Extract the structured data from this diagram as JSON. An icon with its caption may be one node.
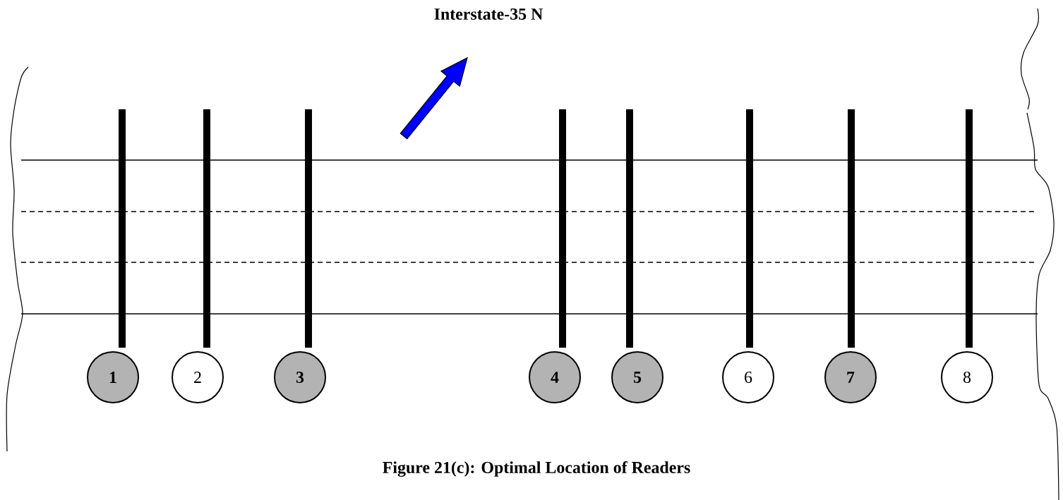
{
  "diagram": {
    "title": "Interstate-35 N",
    "caption": "Figure 21(c): Optimal Location of Readers",
    "nodes": [
      {
        "text": [
          "1"
        ]
      },
      {
        "text": [
          "2"
        ]
      },
      {
        "text": [
          "3"
        ]
      },
      {
        "text": [
          "4"
        ]
      },
      {
        "text": [
          "5"
        ]
      },
      {
        "text": [
          "6"
        ]
      },
      {
        "text": [
          "7"
        ]
      },
      {
        "text": [
          "8"
        ]
      }
    ]
  }
}
